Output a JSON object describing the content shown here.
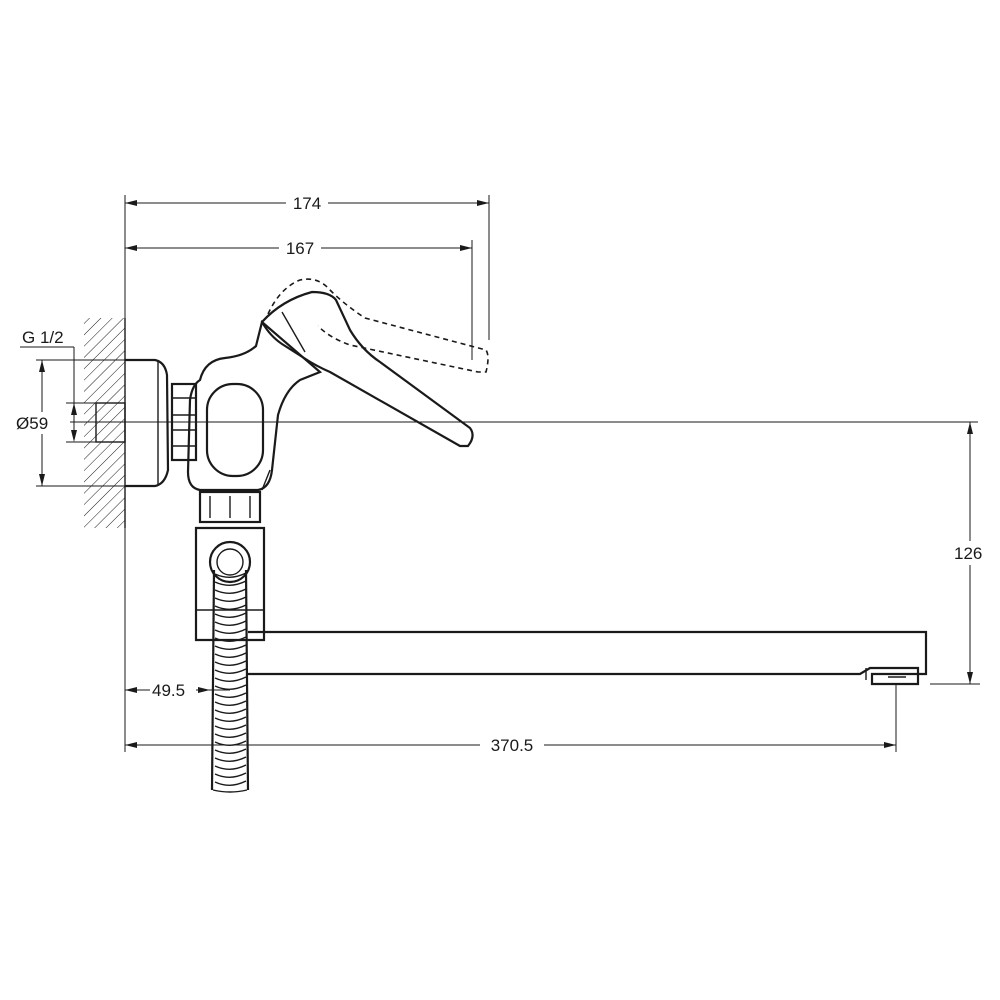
{
  "dimensions": {
    "overall_depth": "174",
    "handle_depth": "167",
    "connection_thread": "G 1/2",
    "flange_diameter": "59",
    "height": "126",
    "hose_offset": "49.5",
    "spout_reach": "370.5"
  },
  "symbols": {
    "diameter": "Ø"
  },
  "colors": {
    "line": "#1a1a1a",
    "background": "#ffffff"
  }
}
